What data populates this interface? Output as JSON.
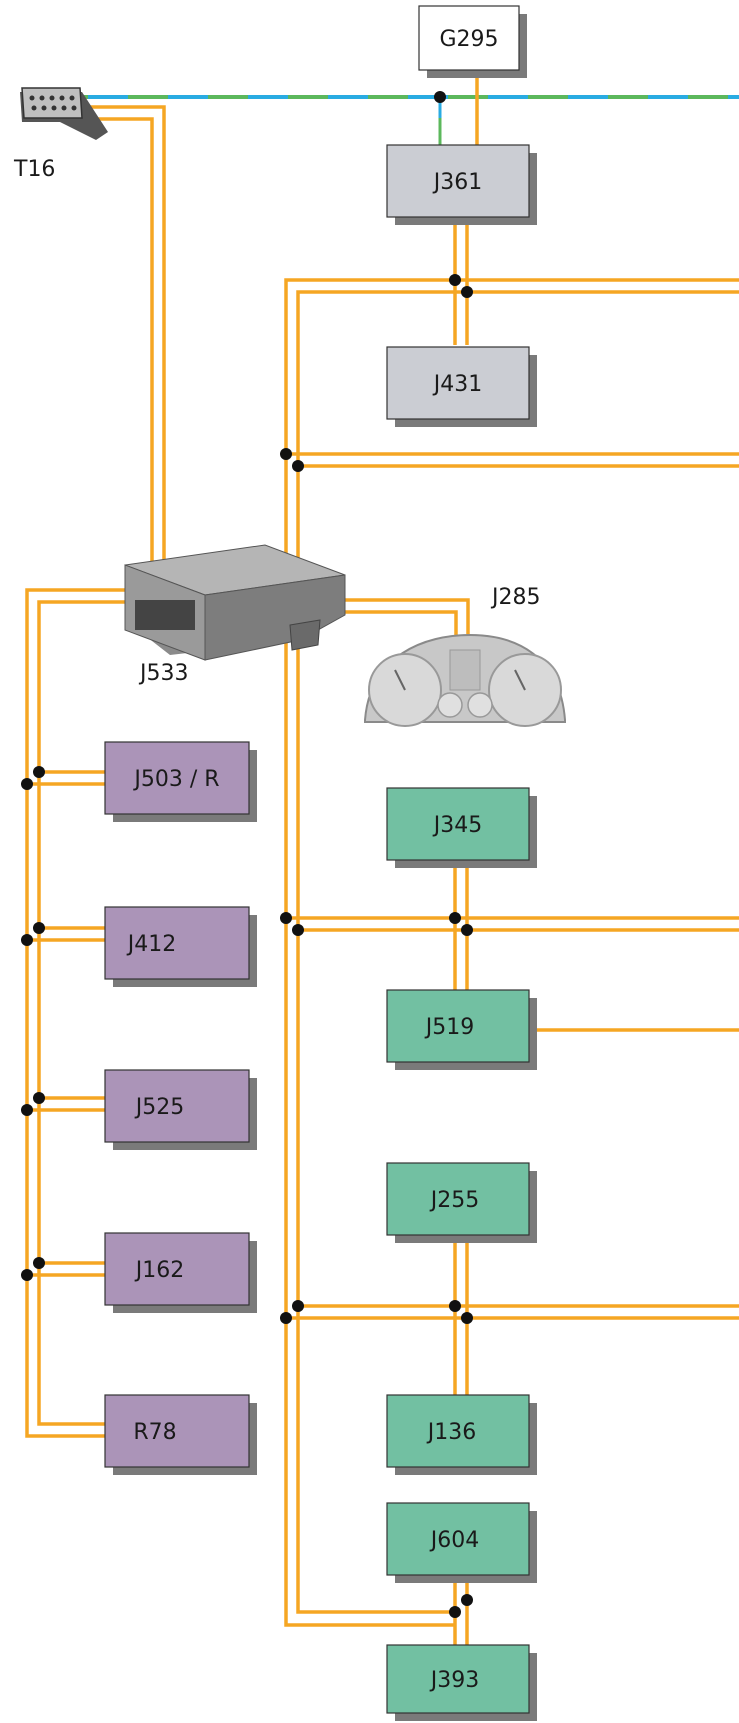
{
  "colors": {
    "bus_wire": "#f5a623",
    "diag_blue": "#29abe2",
    "diag_green": "#5cb85c",
    "gray_module": "#cbcdd3",
    "purple_module": "#ab94b8",
    "green_module": "#72c0a2",
    "white_module": "#ffffff",
    "shadow": "#7a7a7a"
  },
  "labels": {
    "t16": "T16",
    "g295": "G295",
    "j361": "J361",
    "j431": "J431",
    "j533": "J533",
    "j285": "J285",
    "j503": "J503 / R",
    "j412": "J412",
    "j525": "J525",
    "j162": "J162",
    "r78": "R78",
    "j345": "J345",
    "j519": "J519",
    "j255": "J255",
    "j136": "J136",
    "j604": "J604",
    "j393": "J393"
  },
  "icons": {
    "t16": "obd-connector-icon",
    "j533": "gateway-module-icon",
    "j285": "instrument-cluster-icon"
  }
}
